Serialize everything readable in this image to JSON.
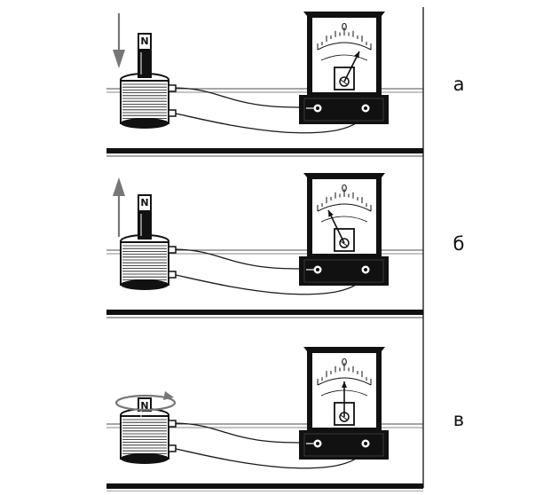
{
  "panels": [
    {
      "id": "a",
      "label": "а",
      "magnet_pole": "N",
      "dial_zero": "0",
      "motion": "down",
      "needle": "right"
    },
    {
      "id": "b",
      "label": "б",
      "magnet_pole": "N",
      "dial_zero": "0",
      "motion": "up",
      "needle": "left"
    },
    {
      "id": "v",
      "label": "в",
      "magnet_pole": "N",
      "dial_zero": "0",
      "motion": "rotate",
      "needle": "center"
    }
  ],
  "colors": {
    "ink": "#111111",
    "arrow": "#777777",
    "coil": "#ffffff",
    "wire": "#1a1a1a"
  },
  "icons": {
    "down": "arrow-down-icon",
    "up": "arrow-up-icon",
    "rotate": "rotation-arrow-icon"
  }
}
